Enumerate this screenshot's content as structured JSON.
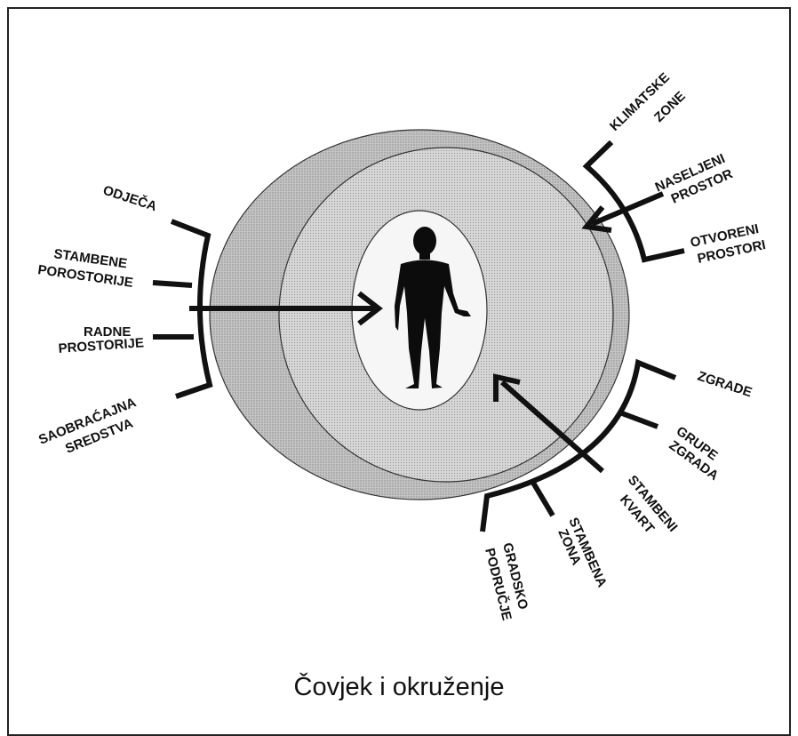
{
  "diagram": {
    "caption": "Čovjek i okruženje",
    "left_labels": {
      "odjeca": "ODJEČA",
      "stambene_l1": "STAMBENE",
      "stambene_l2": "POROSTORIJE",
      "radne_l1": "RADNE",
      "radne_l2": "PROSTORIJE",
      "saob_l1": "SAOBRAĆAJNA",
      "saob_l2": "SREDSTVA"
    },
    "right_top_labels": {
      "klimatske_l1": "KLIMATSKE",
      "klimatske_l2": "ZONE",
      "naseljeni_l1": "NASELJENI",
      "naseljeni_l2": "PROSTOR",
      "otvoreni_l1": "OTVORENI",
      "otvoreni_l2": "PROSTORI"
    },
    "right_bottom_labels": {
      "zgrade": "ZGRADE",
      "grupe_l1": "GRUPE",
      "grupe_l2": "ZGRADA",
      "kvart_l1": "STAMBENI",
      "kvart_l2": "KVART",
      "zona_l1": "STAMBENA",
      "zona_l2": "ZONA",
      "podrucje_l1": "GRADSKO",
      "podrucje_l2": "PODRUČJE"
    },
    "colors": {
      "outer_ring": "#b8b8b8",
      "middle_ring": "#cfcfcf",
      "inner_core": "#f4f4f4",
      "ink": "#111111"
    }
  }
}
